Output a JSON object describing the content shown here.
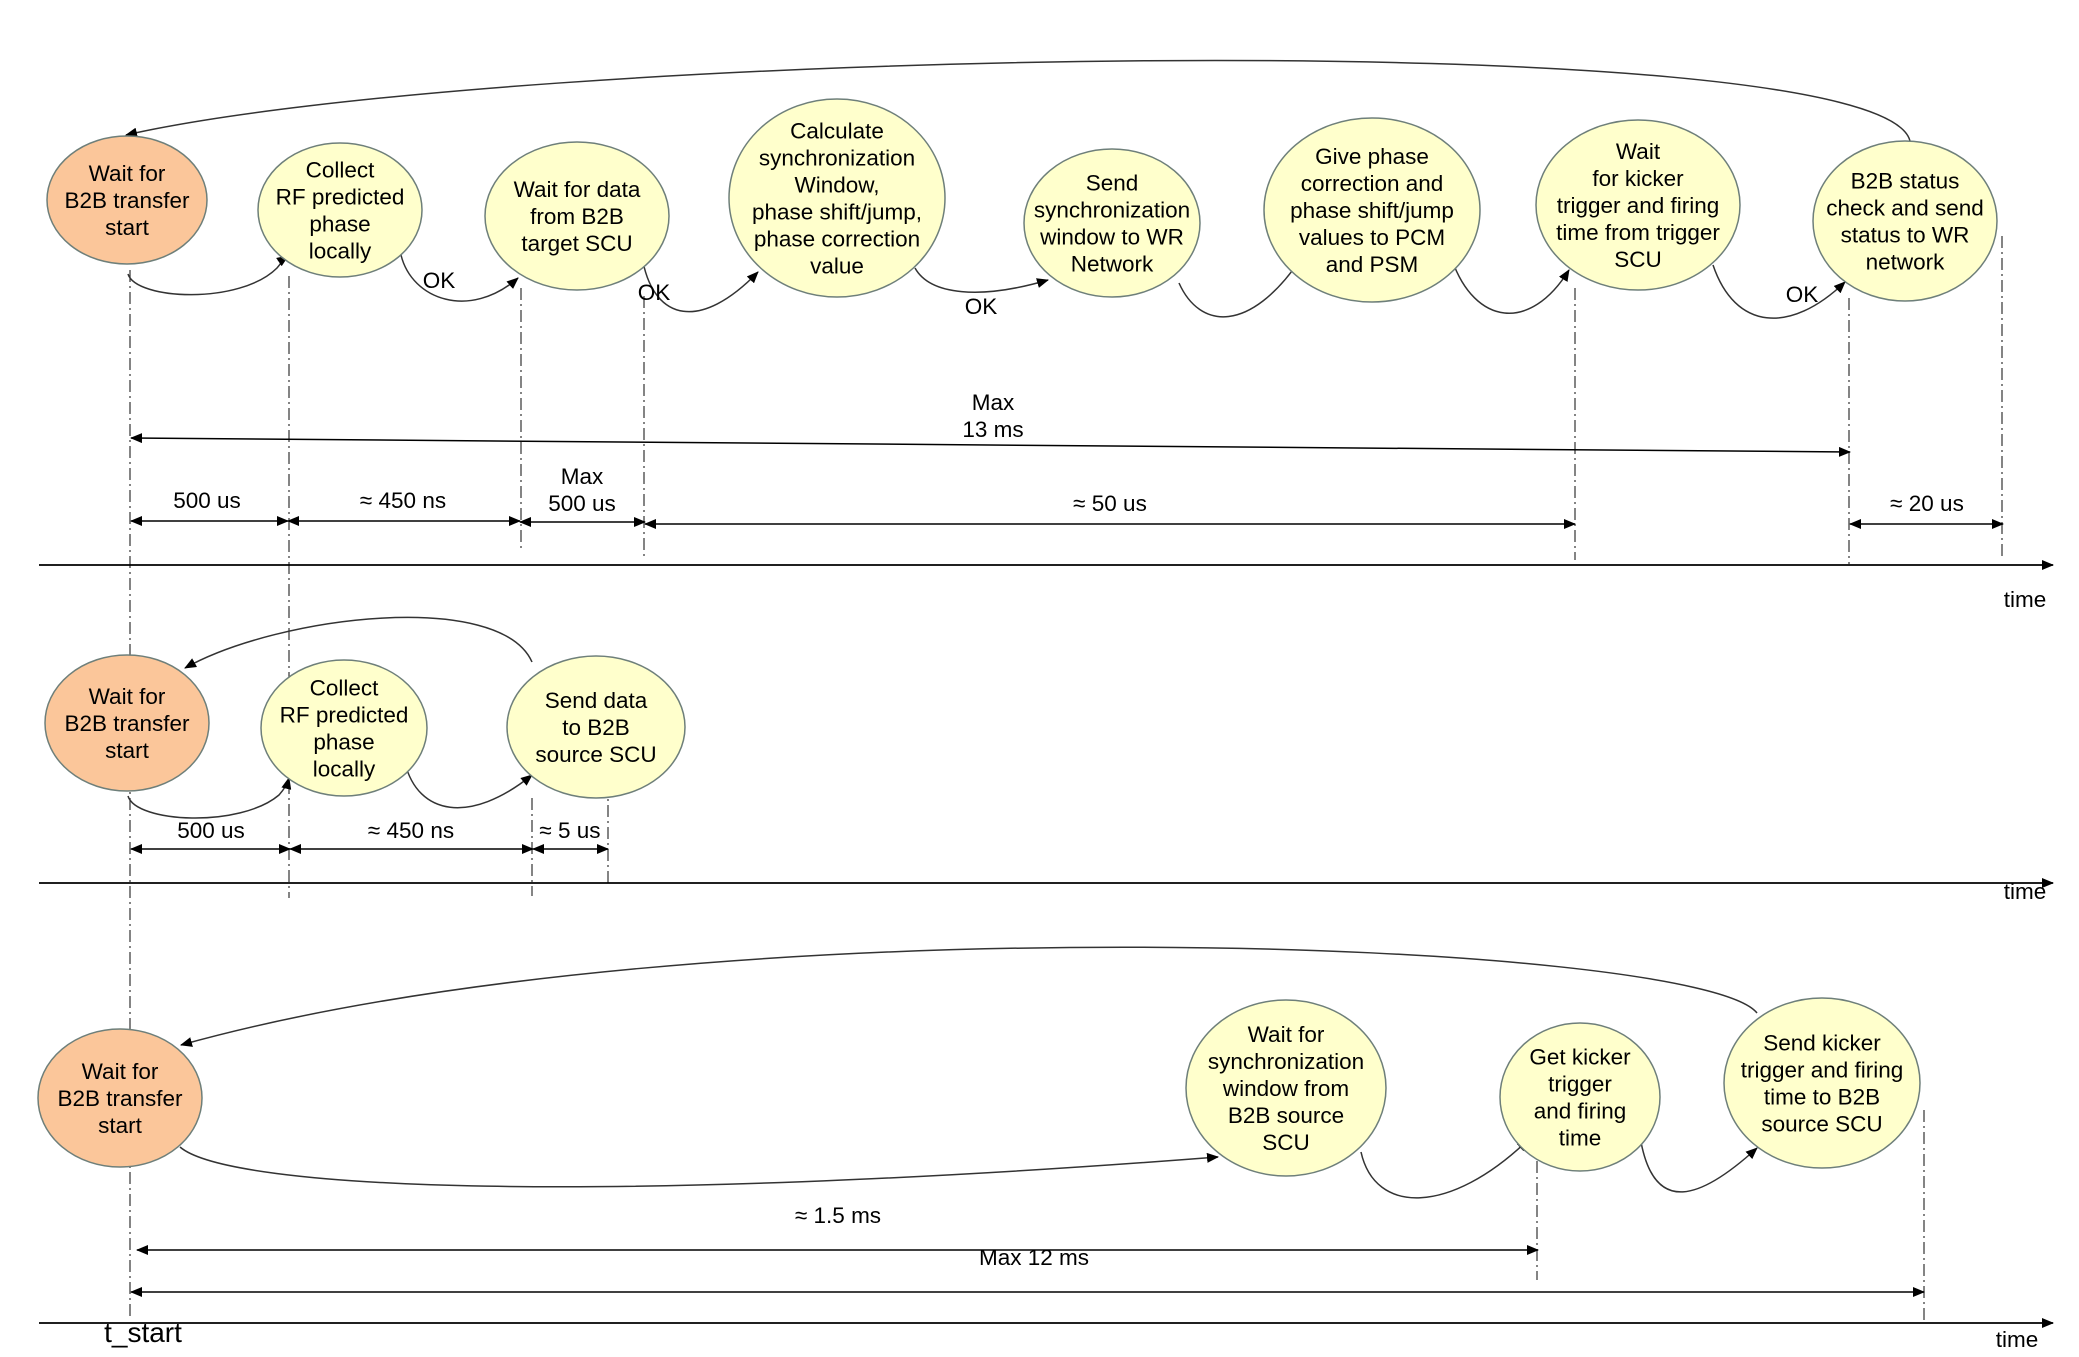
{
  "colors": {
    "start_node_fill": "#fbc69a",
    "state_node_fill": "#ffffcc",
    "node_stroke": "#6e7f7a",
    "line": "#333333"
  },
  "axis_label": "time",
  "t_start_label": "t_start",
  "ok_label": "OK",
  "rows": [
    {
      "name": "b2b-source",
      "nodes": [
        {
          "id": "s1",
          "kind": "start",
          "lines": [
            "Wait for",
            "B2B transfer",
            "start"
          ]
        },
        {
          "id": "s2",
          "kind": "state",
          "lines": [
            "Collect",
            "RF predicted",
            "phase",
            "locally"
          ]
        },
        {
          "id": "s3",
          "kind": "state",
          "lines": [
            "Wait for data",
            "from B2B",
            "target SCU"
          ]
        },
        {
          "id": "s4",
          "kind": "state",
          "lines": [
            "Calculate",
            "synchronization",
            "Window,",
            "phase shift/jump,",
            "phase correction",
            "value"
          ]
        },
        {
          "id": "s5",
          "kind": "state",
          "lines": [
            "Send",
            "synchronization",
            "window to WR",
            "Network"
          ]
        },
        {
          "id": "s6",
          "kind": "state",
          "lines": [
            "Give phase",
            "correction and",
            "phase shift/jump",
            "values to PCM",
            "and PSM"
          ]
        },
        {
          "id": "s7",
          "kind": "state",
          "lines": [
            "Wait",
            "for kicker",
            "trigger and firing",
            "time from trigger",
            "SCU"
          ]
        },
        {
          "id": "s8",
          "kind": "state",
          "lines": [
            "B2B status",
            "check and send",
            "status to WR",
            "network"
          ]
        }
      ],
      "measures": [
        {
          "lines": [
            "Max",
            "13 ms"
          ]
        },
        {
          "lines": [
            "500 us"
          ]
        },
        {
          "lines": [
            "≈  450 ns"
          ]
        },
        {
          "lines": [
            "Max",
            "500 us"
          ]
        },
        {
          "lines": [
            "≈ 50 us"
          ]
        },
        {
          "lines": [
            "≈ 20 us"
          ]
        }
      ]
    },
    {
      "name": "b2b-target",
      "nodes": [
        {
          "id": "t1",
          "kind": "start",
          "lines": [
            "Wait for",
            "B2B transfer",
            "start"
          ]
        },
        {
          "id": "t2",
          "kind": "state",
          "lines": [
            "Collect",
            "RF predicted",
            "phase",
            "locally"
          ]
        },
        {
          "id": "t3",
          "kind": "state",
          "lines": [
            "Send data",
            "to B2B",
            "source SCU"
          ]
        }
      ],
      "measures": [
        {
          "lines": [
            "500 us"
          ]
        },
        {
          "lines": [
            "≈  450 ns"
          ]
        },
        {
          "lines": [
            "≈ 5 us"
          ]
        }
      ]
    },
    {
      "name": "trigger-scu",
      "nodes": [
        {
          "id": "k1",
          "kind": "start",
          "lines": [
            "Wait for",
            "B2B transfer",
            "start"
          ]
        },
        {
          "id": "k2",
          "kind": "state",
          "lines": [
            "Wait for",
            "synchronization",
            "window from",
            "B2B source",
            "SCU"
          ]
        },
        {
          "id": "k3",
          "kind": "state",
          "lines": [
            "Get kicker",
            "trigger",
            "and firing",
            "time"
          ]
        },
        {
          "id": "k4",
          "kind": "state",
          "lines": [
            "Send kicker",
            "trigger and firing",
            "time to B2B",
            "source SCU"
          ]
        }
      ],
      "measures": [
        {
          "lines": [
            "≈ 1.5 ms"
          ]
        },
        {
          "lines": [
            "Max 12 ms"
          ]
        }
      ]
    }
  ]
}
